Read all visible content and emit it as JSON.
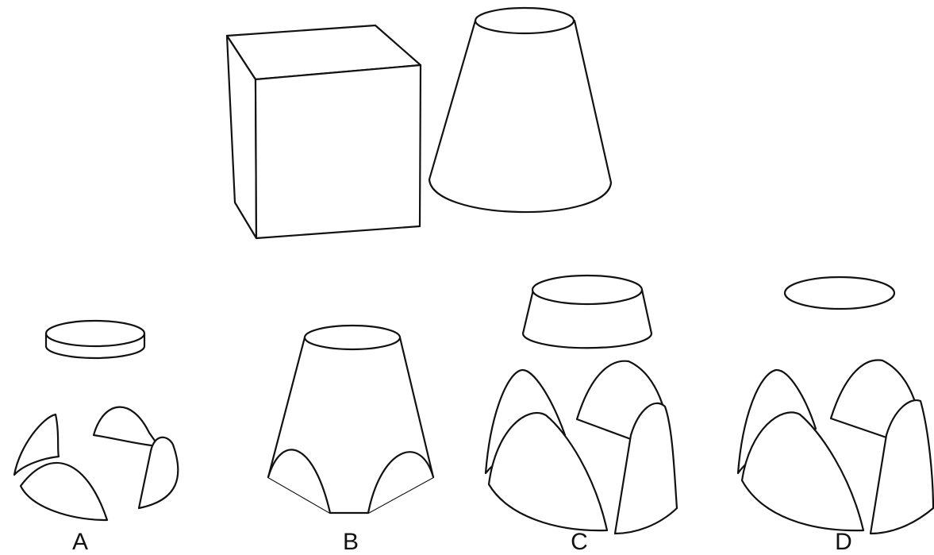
{
  "figure": {
    "options": [
      {
        "label": "A"
      },
      {
        "label": "B"
      },
      {
        "label": "C"
      },
      {
        "label": "D"
      }
    ]
  }
}
